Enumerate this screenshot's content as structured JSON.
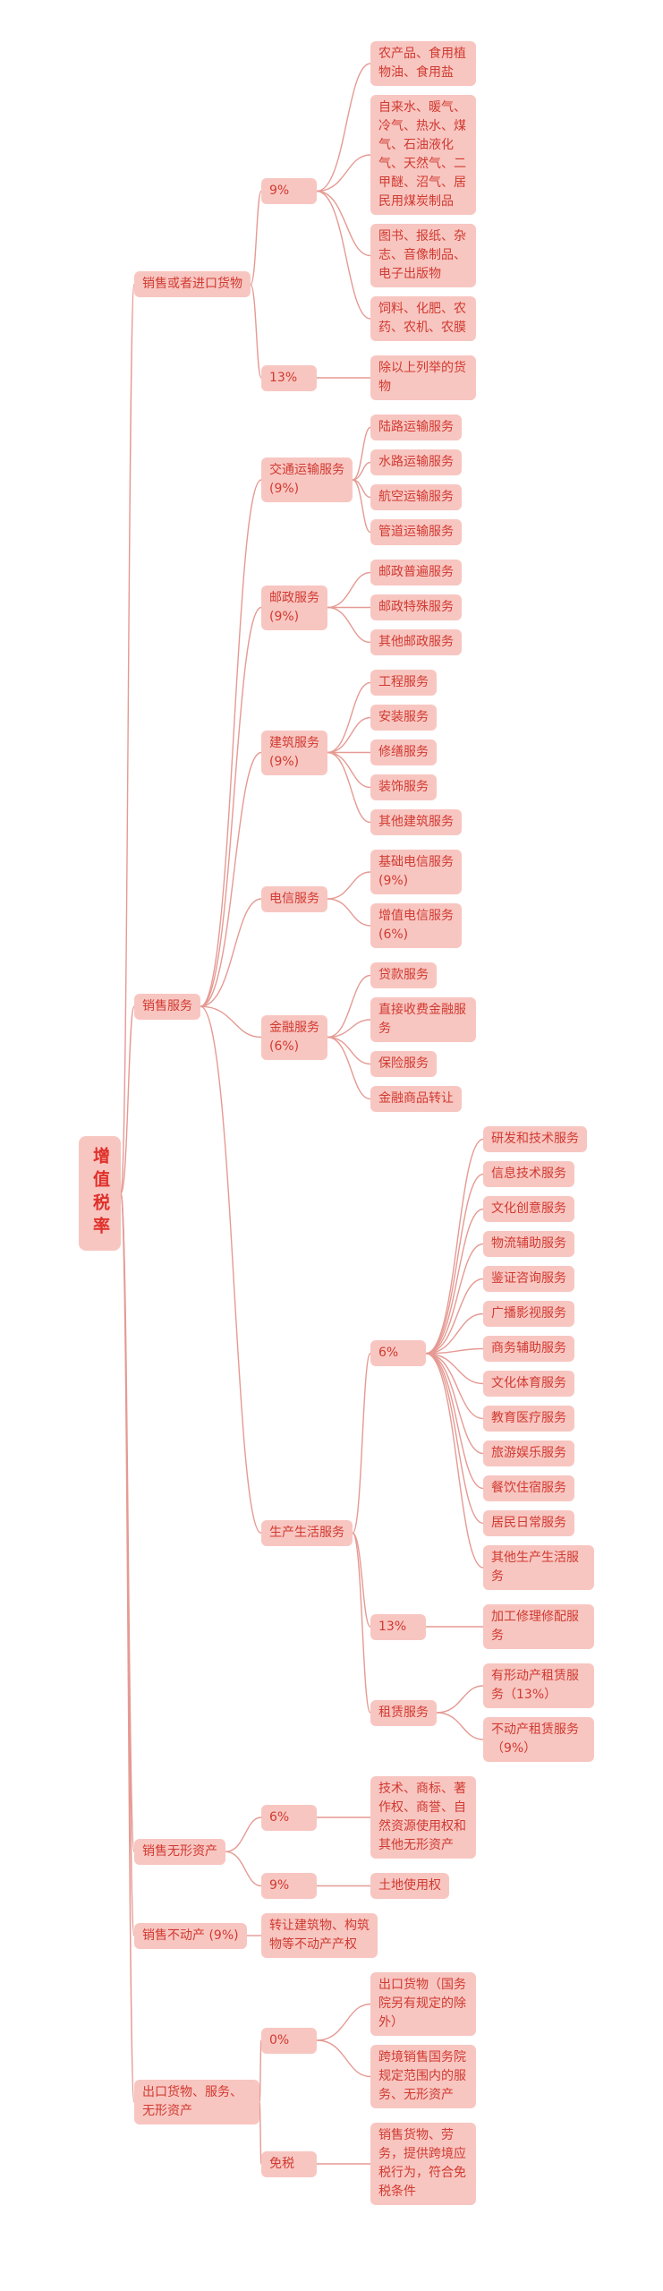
{
  "colors": {
    "background": "#ffffff",
    "node_bg": "#f8c6c1",
    "node_text": "#d03a31",
    "root_bg": "#f8c6c1",
    "root_text": "#e0302a",
    "line": "#e59a93"
  },
  "root": {
    "label": "增值税率",
    "children": [
      {
        "label": "销售或者进口货物",
        "children": [
          {
            "label": "9%",
            "children": [
              {
                "label": "农产品、食用植物油、食用盐"
              },
              {
                "label": "自来水、暖气、冷气、热水、煤气、石油液化气、天然气、二甲醚、沼气、居民用煤炭制品"
              },
              {
                "label": "图书、报纸、杂志、音像制品、电子出版物"
              },
              {
                "label": "饲料、化肥、农药、农机、农膜"
              }
            ]
          },
          {
            "label": "13%",
            "children": [
              {
                "label": "除以上列举的货物"
              }
            ]
          }
        ]
      },
      {
        "label": "销售服务",
        "children": [
          {
            "label": "交通运输服务\n(9%)",
            "children": [
              {
                "label": "陆路运输服务"
              },
              {
                "label": "水路运输服务"
              },
              {
                "label": "航空运输服务"
              },
              {
                "label": "管道运输服务"
              }
            ]
          },
          {
            "label": "邮政服务\n(9%)",
            "children": [
              {
                "label": "邮政普遍服务"
              },
              {
                "label": "邮政特殊服务"
              },
              {
                "label": "其他邮政服务"
              }
            ]
          },
          {
            "label": "建筑服务\n(9%)",
            "children": [
              {
                "label": "工程服务"
              },
              {
                "label": "安装服务"
              },
              {
                "label": "修缮服务"
              },
              {
                "label": "装饰服务"
              },
              {
                "label": "其他建筑服务"
              }
            ]
          },
          {
            "label": "电信服务",
            "children": [
              {
                "label": "基础电信服务\n(9%)"
              },
              {
                "label": "增值电信服务\n(6%)"
              }
            ]
          },
          {
            "label": "金融服务\n(6%)",
            "children": [
              {
                "label": "贷款服务"
              },
              {
                "label": "直接收费金融服务"
              },
              {
                "label": "保险服务"
              },
              {
                "label": "金融商品转让"
              }
            ]
          },
          {
            "label": "生产生活服务",
            "children": [
              {
                "label": "6%",
                "children": [
                  {
                    "label": "研发和技术服务"
                  },
                  {
                    "label": "信息技术服务"
                  },
                  {
                    "label": "文化创意服务"
                  },
                  {
                    "label": "物流辅助服务"
                  },
                  {
                    "label": "鉴证咨询服务"
                  },
                  {
                    "label": "广播影视服务"
                  },
                  {
                    "label": "商务辅助服务"
                  },
                  {
                    "label": "文化体育服务"
                  },
                  {
                    "label": "教育医疗服务"
                  },
                  {
                    "label": "旅游娱乐服务"
                  },
                  {
                    "label": "餐饮住宿服务"
                  },
                  {
                    "label": "居民日常服务"
                  },
                  {
                    "label": "其他生产生活服务"
                  }
                ]
              },
              {
                "label": "13%",
                "children": [
                  {
                    "label": "加工修理修配服务"
                  }
                ]
              },
              {
                "label": "租赁服务",
                "children": [
                  {
                    "label": "有形动产租赁服务（13%）"
                  },
                  {
                    "label": "不动产租赁服务（9%）"
                  }
                ]
              }
            ]
          }
        ]
      },
      {
        "label": "销售无形资产",
        "children": [
          {
            "label": "6%",
            "children": [
              {
                "label": "技术、商标、著作权、商誉、自然资源使用权和其他无形资产"
              }
            ]
          },
          {
            "label": "9%",
            "children": [
              {
                "label": "土地使用权"
              }
            ]
          }
        ]
      },
      {
        "label": "销售不动产 (9%)",
        "children": [
          {
            "label": "转让建筑物、构筑物等不动产产权"
          }
        ]
      },
      {
        "label": "出口货物、服务、无形资产",
        "children": [
          {
            "label": "0%",
            "children": [
              {
                "label": "出口货物（国务院另有规定的除外）"
              },
              {
                "label": "跨境销售国务院规定范围内的服务、无形资产"
              }
            ]
          },
          {
            "label": "免税",
            "children": [
              {
                "label": "销售货物、劳务，提供跨境应税行为，符合免税条件"
              }
            ]
          }
        ]
      }
    ]
  }
}
